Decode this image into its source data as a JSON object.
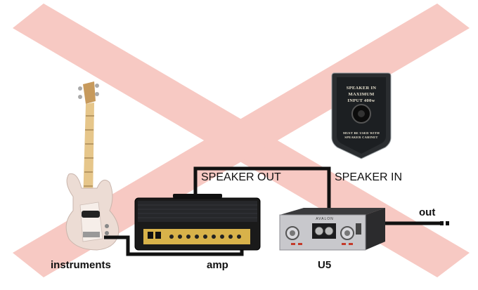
{
  "labels": {
    "speaker_out": "SPEAKER OUT",
    "speaker_in": "SPEAKER IN",
    "out": "out",
    "instruments": "instruments",
    "amp": "amp",
    "u5": "U5"
  },
  "speaker_panel": {
    "line1": "SPEAKER IN",
    "line2": "MAXIMUM",
    "line3": "INPUT 400w",
    "note1": "MUST BE USED WITH",
    "note2": "SPEAKER CABINET"
  },
  "u5_brand": "AVALON",
  "colors": {
    "cross": "#f7c7c0",
    "cable": "#111111",
    "amp_gold": "#d8b24a",
    "u5_silver": "#c8c8cc"
  }
}
